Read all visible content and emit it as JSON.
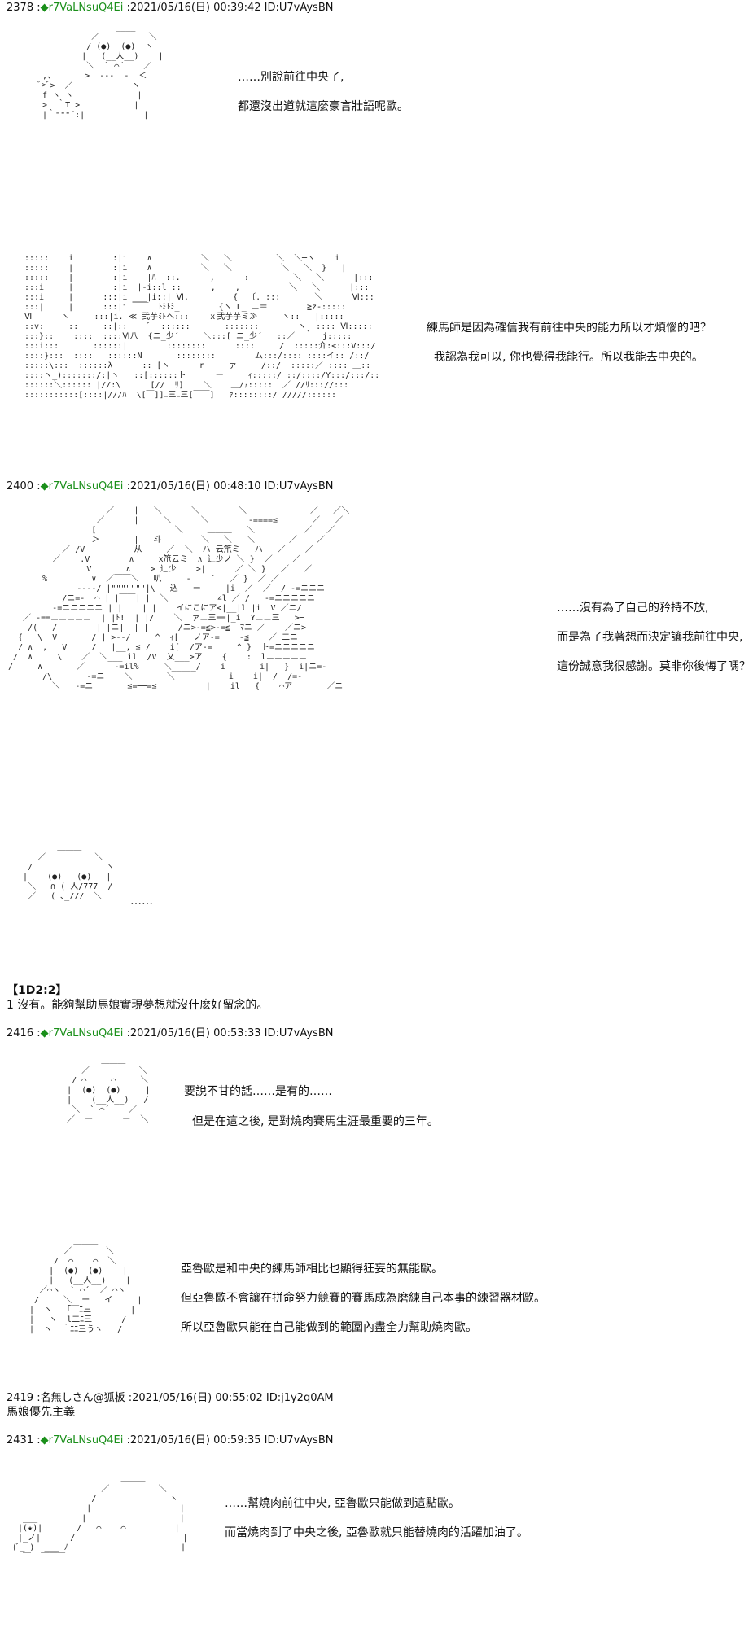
{
  "posts": [
    {
      "number": "2378",
      "trip": "◆r7VaLNsuQ4Ei",
      "datetime": "2021/05/16(日) 00:39:42",
      "id": "ID:U7vAysBN"
    },
    {
      "number": "2400",
      "trip": "◆r7VaLNsuQ4Ei",
      "datetime": "2021/05/16(日) 00:48:10",
      "id": "ID:U7vAysBN"
    },
    {
      "number": "2416",
      "trip": "◆r7VaLNsuQ4Ei",
      "datetime": "2021/05/16(日) 00:53:33",
      "id": "ID:U7vAysBN"
    },
    {
      "number": "2419",
      "name": "名無しさん@狐板",
      "datetime": "2021/05/16(日) 00:55:02",
      "id": "ID:j1y2q0AM"
    },
    {
      "number": "2431",
      "trip": "◆r7VaLNsuQ4Ei",
      "datetime": "2021/05/16(日) 00:59:35",
      "id": "ID:U7vAysBN"
    }
  ],
  "separators": {
    "colon": " :",
    "space": " "
  },
  "lines": {
    "l1": "……別說前往中央了,",
    "l2": "都還沒出道就這麼豪言壯語呢歐。",
    "l3": "練馬師是因為確信我有前往中央的能力所以才煩惱的吧？",
    "l4": "我認為我可以, 你也覺得我能行。所以我能去中央的。",
    "l5": "……沒有為了自己的矜持不放,",
    "l6": "而是為了我著想而決定讓我前往中央,",
    "l7": "這份誠意我很感謝。莫非你後悔了嗎？",
    "l8": "……",
    "l9": "【1D2:2】",
    "l10": "1  沒有。能夠幫助馬娘實現夢想就沒什麽好留念的。",
    "l11": "要說不甘的話……是有的……",
    "l12": "但是在這之後, 是對燒肉賽馬生涯最重要的三年。",
    "l13": "亞魯歐是和中央的練馬師相比也顯得狂妄的無能歐。",
    "l14": "但亞魯歐不會讓在拼命努力競賽的賽馬成為磨練自己本事的練習器材歐。",
    "l15": "所以亞魯歐只能在自己能做到的範圍內盡全力幫助燒肉歐。",
    "l16": "馬娘優先主義",
    "l17": "……幫燒肉前往中央, 亞魯歐只能做到這點歐。",
    "l18": "而當燒肉到了中央之後, 亞魯歐就只能替燒肉的活躍加油了。"
  },
  "art": {
    "a1": "                 ____\n            ／          ＼\n           / (●)  (●)  ヽ\n          |   (__人__)    |\n           ＼  ` ⌒´    ／\n  ,、      >  ---  ‐  ＜\n ﾞ>ﾞ>  ／            ヽ\n  f ヽ ヽ             |\n  >  ｀T >           |\n  |｀\"\"\"´:|            |",
    "a2": ":::::    i        :|i    ∧          ＼   ＼         ＼  ＼─ヽ    i\n:::::    |        :|i    ∧          ＼   ＼          ＼   ＼  }   |\n:::::    |        :|i    |ﾊ  ::.      ,      :         ＼   ＼      |:::\n:::i     |        :|i  |-i::l ::      ,    ,          ＼   ＼      |:::\n:::i     |      :::|i ___|i::| Ⅵ.         {  〔. :::       ＼      Ⅵ:::\n:::|     |      :::|i ￣￣| ﾄﾐﾄﾐ_        {ヽ L_ ニ＝        ≧z-:::::\nⅥ      ヽ     :::|i. ≪ 弐芋ﾐﾄヘ:::    ｘ弐芋芋ミ≫     ヽ::   |:::::\n::v:     ::     ::|::    ﾞ  ::::::       :::::::        ヽ  :::: Ⅵ:::::\n:::}::    ::::  ::::Ⅵ八  {ニ_少´     ＼:::[ ニ_少´   ::／  ｀  j:::::\n:::i:::       ::::::|        ::::::::      ::::     /  :::::介:<:::V:::/\n::::}:::  ::::   ::::::N       ::::::::        ム:::/:::: ::::イ:: /::/\n:::::\\:::  ::::::λ      :: [ヽ      r     ァ     /::/  :::::／ :::: ＿::\n::::ヽ_):::::::/:|ヽ   ::[::::::ト      ー     ｨ:::::/ ::/::::/Y:::/:::/::\n::::::＼:::::: |//:\\      [//  ﾘ]    ＼    ＿/ｧ:::::  ／ //ﾘ::://:::\n:::::::::::[::::|///ﾊ  \\[￣]]ﾆ三ﾆ三[￣￣]   ｧ::::::::/ /////::::::",
    "a3": "                    ／    |   ＼      ＼        ＼             ／   ／＼\n                  ／      |     ＼      ＼        -====≦       ／   ／\n                 [        |       ＼     ＿＿＿   ＼          ／   ／\n                 ＞       |   斗        ＼   ＼   ＼       ／    ／\n           ／ /V          从     ／  ＼  ハ 云笊ミ   ハ   ／    ／\n         ／    .V        ∧     x笊云ミ  ∧ 辶少ノ ＼ }  ／    ／\n                V       ∧    > 辶少    >|      ／ ＼ }   ／   ／\n       %         ∨  ／￣￣＼   叭     -    ´   ／ }  ／ ／\n              ----/ |\"\"\"\"\"\"\"|\\   込   ー     |i  ／  ／  / -=ニニニ\n           /ニ=-  ⌒ | |￣￣| |  ＼          ∠l ／ /   -=ニニニニニ\n         -=ニニニニニ | |    | |    イにこにア<|__|l |i  V ／ニ/\n   ／ -==ニニニニニ  | |ﾄ!  | |/    ＼  ァニ三==|_i  Yニニ三   >─\n    /(   /        | |ニ|  | |      /ニ>-=≦>-=≦  ﾏニ ／    ／ニ>\n  {   \\  V       / | >--/     ^  ｨ[   ノア-=    -≦    ／ 二ニ\n  / ∧  ,   V     /   |__, ≦ /    i[  /ア-=     ^ }  ト=ニニニニニ\n /  ∧     \\    ／  ＼___ il  /V  乂___>ア    {    :  lニニニニニ\n/     ∧       ／      -=il%     ＼_____/    i       i|   }  i|ニ=-\n       /\\       -=ニ    ＼       ＼           i    i|  /  /=-\n         ＼   -=ニ       ≦=──=≦          |    il   {    ⌒ア       ／ニ",
    "a4": "          ＿＿＿\n      ／          ＼\n    /               ヽ\n   |    (●)   (●)   |\n    ＼   ∩ (_人/777  /\n    ／   ( ､_///  ＼",
    "a5": "              ＿＿＿\n          ／          ＼\n        / ⌒     ⌒     ＼\n       |  (●)  (●)     |\n       |    (__人__)   /\n        ＼  ` ⌒´    ／\n       ／  ー      ー  ＼",
    "a6": "          ＿＿＿\n        ／       ＼\n      /  ⌒    ⌒  ＼\n     |  (●)  (●)    |\n     |   (__人__)    |\n   ／⌒ヽ  ` ⌒´  ／ ⌒ヽ\n  /     ＼  ー   イ     |\n |  ヽ   ｢￣ﾆ三        |\n |   ヽ  l二ﾆ三      /\n |  ヽ  ｀ﾆﾆ三うヽ   /",
    "a7": "                      ＿＿＿\n                  ／          ＼\n                /               ヽ\n               |                  |\n  ___         |                   |\n |(★)|       /   ⌒    ⌒          |\n |_ノ|      /                      |\n(ﾞ_ )  ___ ﾉ                       |\n  ￣  ￣￣￣"
  }
}
